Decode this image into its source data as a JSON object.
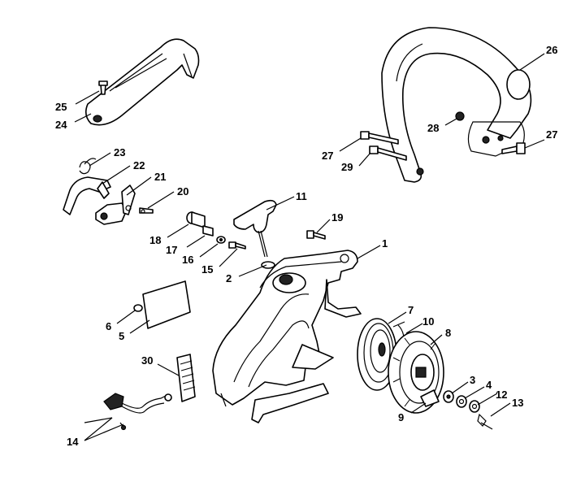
{
  "diagram": {
    "callouts": [
      {
        "id": "1",
        "label": "1"
      },
      {
        "id": "2",
        "label": "2"
      },
      {
        "id": "3",
        "label": "3"
      },
      {
        "id": "4",
        "label": "4"
      },
      {
        "id": "5",
        "label": "5"
      },
      {
        "id": "6",
        "label": "6"
      },
      {
        "id": "7",
        "label": "7"
      },
      {
        "id": "8",
        "label": "8"
      },
      {
        "id": "9",
        "label": "9"
      },
      {
        "id": "10",
        "label": "10"
      },
      {
        "id": "11",
        "label": "11"
      },
      {
        "id": "12",
        "label": "12"
      },
      {
        "id": "13",
        "label": "13"
      },
      {
        "id": "14",
        "label": "14"
      },
      {
        "id": "15",
        "label": "15"
      },
      {
        "id": "16",
        "label": "16"
      },
      {
        "id": "17",
        "label": "17"
      },
      {
        "id": "18",
        "label": "18"
      },
      {
        "id": "19",
        "label": "19"
      },
      {
        "id": "20",
        "label": "20"
      },
      {
        "id": "21",
        "label": "21"
      },
      {
        "id": "22",
        "label": "22"
      },
      {
        "id": "23",
        "label": "23"
      },
      {
        "id": "24",
        "label": "24"
      },
      {
        "id": "25",
        "label": "25"
      },
      {
        "id": "26",
        "label": "26"
      },
      {
        "id": "27a",
        "label": "27"
      },
      {
        "id": "27b",
        "label": "27"
      },
      {
        "id": "28",
        "label": "28"
      },
      {
        "id": "29",
        "label": "29"
      },
      {
        "id": "30",
        "label": "30"
      }
    ]
  }
}
